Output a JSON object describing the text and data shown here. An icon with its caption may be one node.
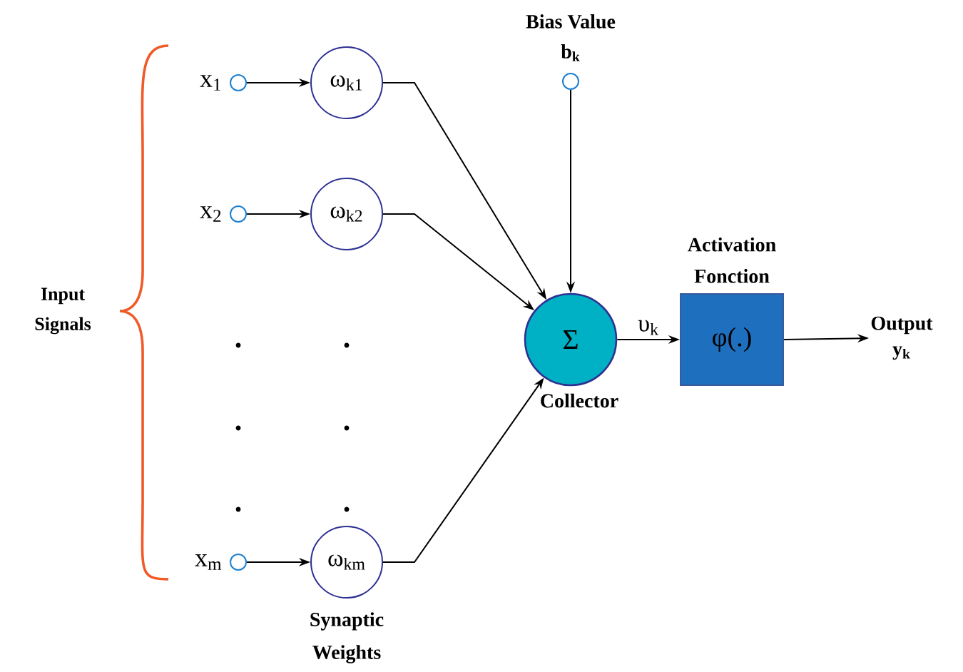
{
  "diagram": {
    "nodes": [
      {
        "text": [],
        "shape": "circle",
        "beside": [
          "x$_{1}$"
        ]
      },
      {
        "text": [],
        "shape": "circle",
        "beside": [
          "x$_{2}$"
        ]
      },
      {
        "text": [],
        "shape": "circle",
        "beside": [
          "x$_{m}$"
        ]
      },
      {
        "text": [],
        "shape": "circle",
        "beside": [
          "Bias Value",
          "b$_{k}$"
        ]
      },
      {
        "text": [
          "ω$_{k1}$"
        ]
      },
      {
        "text": [
          "ω$_{k2}$"
        ]
      },
      {
        "text": [
          "ω$_{km}$"
        ]
      },
      {
        "text": [
          "Σ"
        ],
        "beside": [
          "Collector"
        ]
      },
      {
        "text": [
          "φ(.)"
        ],
        "beside": [
          "Activation Fonction"
        ]
      },
      {
        "text": [
          "Output",
          "y$_{k}$"
        ]
      }
    ],
    "edges": [
      {
        "from": 0,
        "to": 4,
        "arrow": "to"
      },
      {
        "from": 1,
        "to": 5,
        "arrow": "to"
      },
      {
        "from": 2,
        "to": 6,
        "arrow": "to"
      },
      {
        "from": 4,
        "to": 7,
        "arrow": "to"
      },
      {
        "from": 5,
        "to": 7,
        "arrow": "to"
      },
      {
        "from": 6,
        "to": 7,
        "arrow": "to"
      },
      {
        "from": 3,
        "to": 7,
        "arrow": "to"
      },
      {
        "from": 7,
        "to": 8,
        "arrow": "to",
        "label": "υ$_{k}$"
      },
      {
        "from": 8,
        "to": 9,
        "arrow": "to"
      }
    ],
    "labels": [
      "Input Signals",
      "Synaptic Weights"
    ]
  }
}
